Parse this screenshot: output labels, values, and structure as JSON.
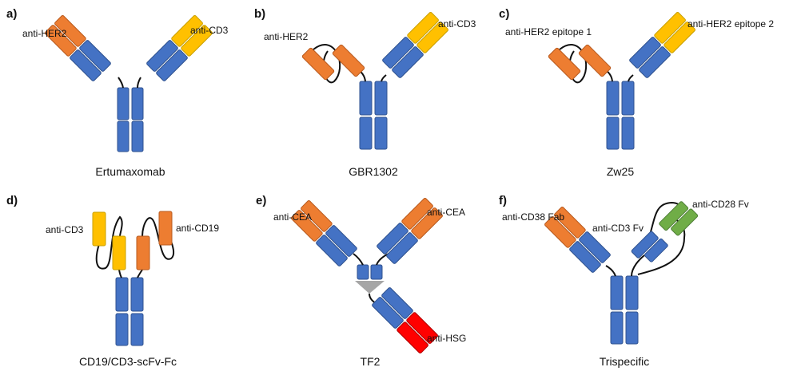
{
  "colors": {
    "blue": "#4472c4",
    "orange": "#ed7d31",
    "yellow": "#ffc000",
    "green": "#70ad47",
    "red": "#ff0000",
    "gray": "#a6a6a6"
  },
  "panels": [
    {
      "letter": "a)",
      "caption": "Ertumaxomab",
      "labels": [
        "anti-HER2",
        "anti-CD3"
      ]
    },
    {
      "letter": "b)",
      "caption": "GBR1302",
      "labels": [
        "anti-HER2",
        "anti-CD3"
      ]
    },
    {
      "letter": "c)",
      "caption": "Zw25",
      "labels": [
        "anti-HER2 epitope 1",
        "anti-HER2 epitope 2"
      ]
    },
    {
      "letter": "d)",
      "caption": "CD19/CD3-scFv-Fc",
      "labels": [
        "anti-CD3",
        "anti-CD19"
      ]
    },
    {
      "letter": "e)",
      "caption": "TF2",
      "labels": [
        "anti-CEA",
        "anti-CEA",
        "anti-HSG"
      ]
    },
    {
      "letter": "f)",
      "caption": "Trispecific",
      "labels": [
        "anti-CD38 Fab",
        "anti-CD3 Fv",
        "anti-CD28 Fv"
      ]
    }
  ]
}
